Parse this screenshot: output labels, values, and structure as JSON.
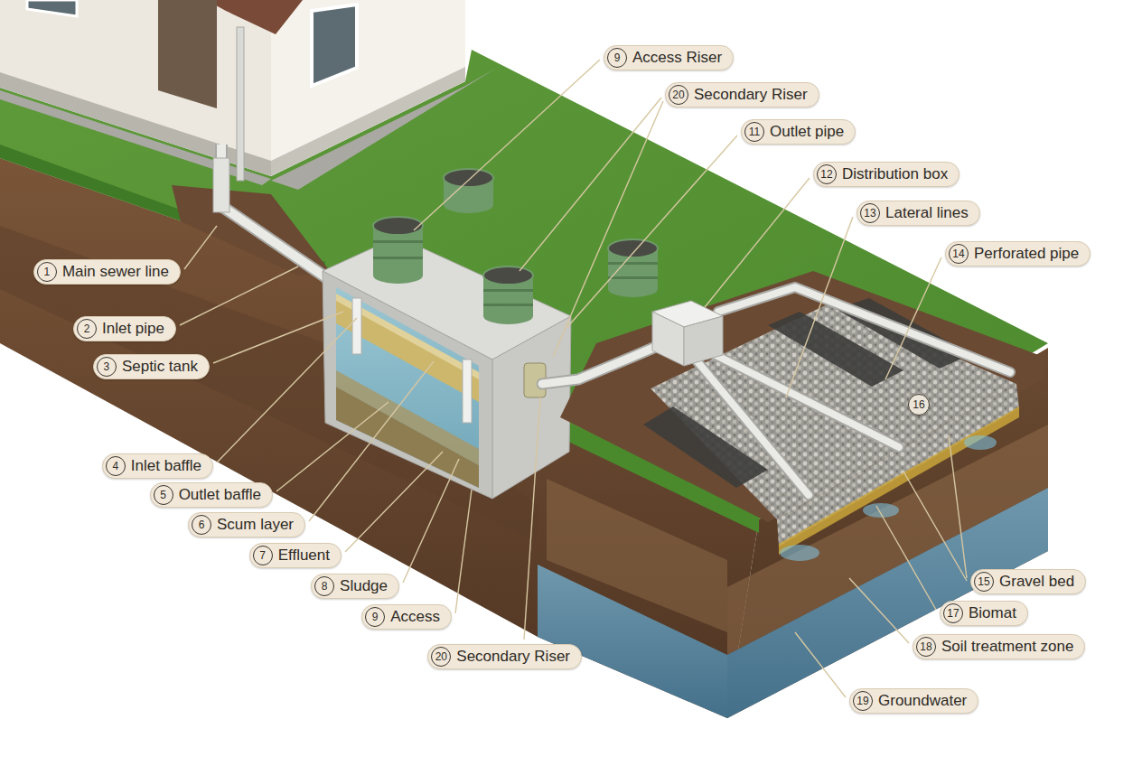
{
  "diagram": {
    "labels": [
      "9",
      "Access Riser",
      "20",
      "Secondary Riser",
      "11",
      "Outlet pipe",
      "12",
      "Distribution box",
      "13",
      "Lateral lines",
      "14",
      "Perforated pipe",
      "1",
      "Main sewer line",
      "2",
      "Inlet pipe",
      "3",
      "Septic tank",
      "4",
      "Inlet baffle",
      "5",
      "Outlet baffle",
      "6",
      "Scum layer",
      "7",
      "Effluent",
      "8",
      "Sludge",
      "9",
      "Access",
      "20",
      "Secondary Riser",
      "16",
      "15",
      "Gravel bed",
      "17",
      "Biomat",
      "18",
      "Soil treatment zone",
      "19",
      "Groundwater"
    ]
  }
}
